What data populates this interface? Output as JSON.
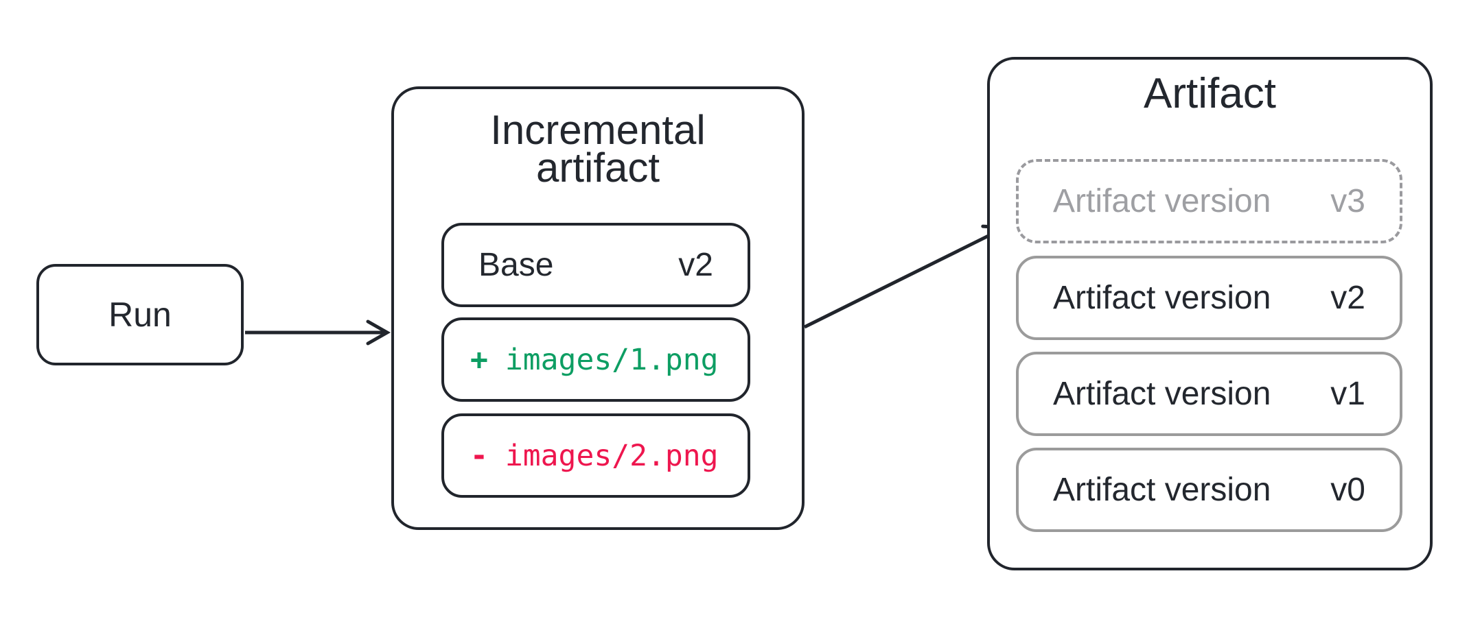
{
  "diagram": {
    "run": {
      "label": "Run"
    },
    "incremental": {
      "title_line1": "Incremental",
      "title_line2": "artifact",
      "base": {
        "label": "Base",
        "version": "v2"
      },
      "added": {
        "sign": "+",
        "path": "images/1.png"
      },
      "removed": {
        "sign": "-",
        "path": "images/2.png"
      }
    },
    "artifact": {
      "title": "Artifact",
      "versions": [
        {
          "label": "Artifact version",
          "version": "v3",
          "state": "pending"
        },
        {
          "label": "Artifact version",
          "version": "v2",
          "state": "committed"
        },
        {
          "label": "Artifact version",
          "version": "v1",
          "state": "committed"
        },
        {
          "label": "Artifact version",
          "version": "v0",
          "state": "committed"
        }
      ]
    },
    "colors": {
      "stroke_dark": "#21252c",
      "border_gray": "#9b9b9b",
      "text_gray": "#9e9fa3",
      "added_green": "#0d9e63",
      "removed_red": "#ee164e"
    }
  }
}
